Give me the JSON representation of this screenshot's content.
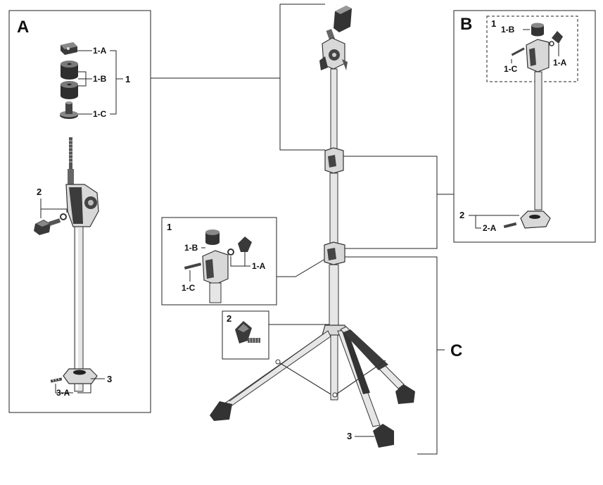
{
  "panels": {
    "a": {
      "letter": "A"
    },
    "b": {
      "letter": "B"
    },
    "c": {
      "letter": "C"
    }
  },
  "labels": {
    "a_1": "1",
    "a_1a": "1-A",
    "a_1b": "1-B",
    "a_1c": "1-C",
    "a_2": "2",
    "a_3": "3",
    "a_3a": "3-A",
    "b_1": "1",
    "b_1a": "1-A",
    "b_1b": "1-B",
    "b_1c": "1-C",
    "b_2": "2",
    "b_2a": "2-A",
    "d1_1": "1",
    "d1_1a": "1-A",
    "d1_1b": "1-B",
    "d1_1c": "1-C",
    "d2_2": "2",
    "stand_3": "3"
  }
}
